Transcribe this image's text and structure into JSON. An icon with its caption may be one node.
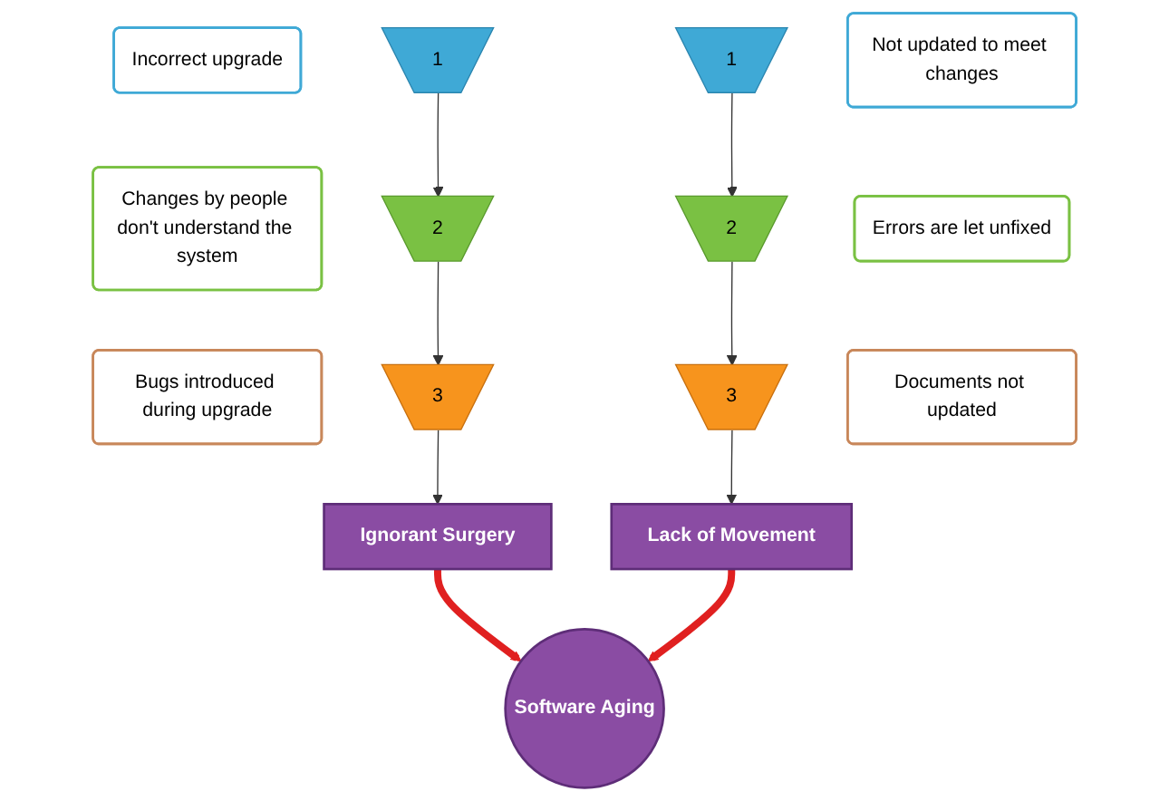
{
  "diagram": {
    "nodes": [
      {
        "text": [
          "Incorrect upgrade"
        ]
      },
      {
        "text": [
          "1"
        ]
      },
      {
        "text": [
          "1"
        ]
      },
      {
        "text": [
          "Not updated to meet changes"
        ]
      },
      {
        "text": [
          "Changes by people don't understand the system"
        ]
      },
      {
        "text": [
          "2"
        ]
      },
      {
        "text": [
          "2"
        ]
      },
      {
        "text": [
          "Errors are let unfixed"
        ]
      },
      {
        "text": [
          "Bugs introduced during upgrade"
        ]
      },
      {
        "text": [
          "3"
        ]
      },
      {
        "text": [
          "3"
        ]
      },
      {
        "text": [
          "Documents not updated"
        ]
      },
      {
        "text": [
          "Ignorant Surgery"
        ]
      },
      {
        "text": [
          "Lack of Movement"
        ]
      },
      {
        "text": [
          "Software Aging"
        ]
      }
    ],
    "edges": [
      {
        "from": 1,
        "to": 5,
        "arrow": "to"
      },
      {
        "from": 5,
        "to": 9,
        "arrow": "to"
      },
      {
        "from": 9,
        "to": 12,
        "arrow": "to"
      },
      {
        "from": 2,
        "to": 6,
        "arrow": "to"
      },
      {
        "from": 6,
        "to": 10,
        "arrow": "to"
      },
      {
        "from": 10,
        "to": 13,
        "arrow": "to"
      },
      {
        "from": 12,
        "to": 14,
        "arrow": "to",
        "style": "thick",
        "color": "#e02020"
      },
      {
        "from": 13,
        "to": 14,
        "arrow": "to",
        "style": "thick",
        "color": "#e02020"
      }
    ]
  }
}
